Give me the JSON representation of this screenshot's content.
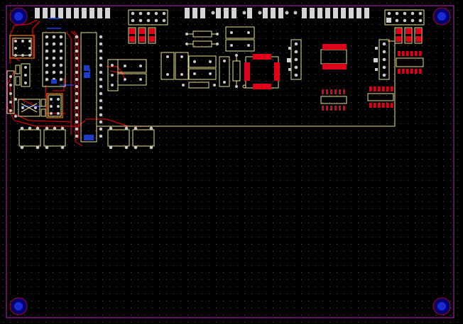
{
  "board": {
    "background": "#000000",
    "outline_color": "#9a1fa0",
    "silkscreen_color": "#e6e08c",
    "pad_color": "#c7c7c7",
    "top_copper_color": "#e0001a",
    "bottom_copper_color": "#1e3cc8",
    "grid": "dotted"
  },
  "mounting_holes": [
    {
      "name": "mounting-hole-top-left",
      "icon": "mounting-hole-icon"
    },
    {
      "name": "mounting-hole-top-right",
      "icon": "mounting-hole-icon"
    },
    {
      "name": "mounting-hole-bottom-left",
      "icon": "mounting-hole-icon"
    },
    {
      "name": "mounting-hole-bottom-right",
      "icon": "mounting-hole-icon"
    }
  ]
}
